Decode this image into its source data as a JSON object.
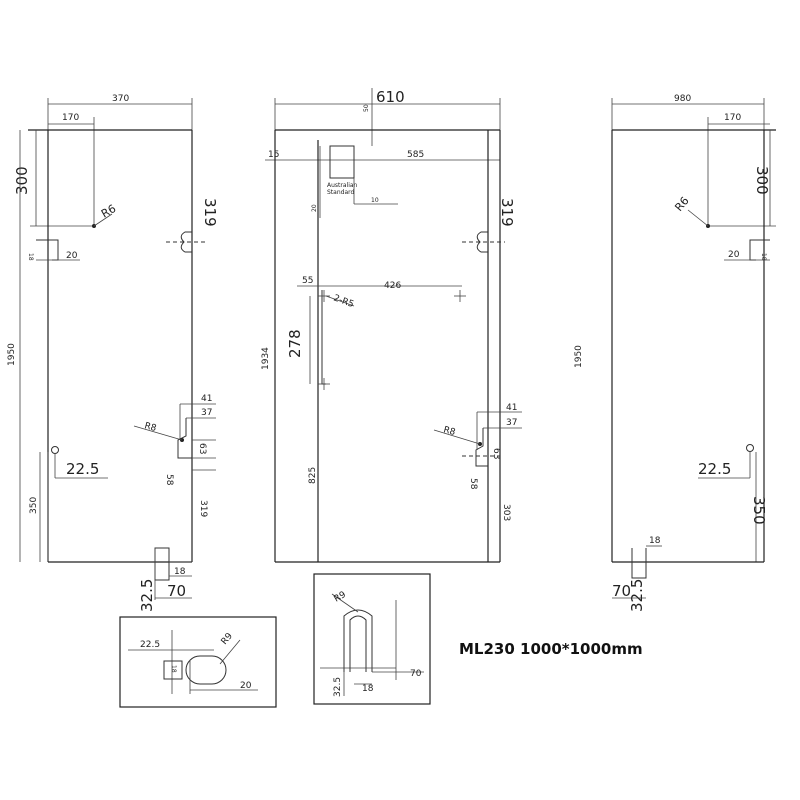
{
  "caption": "ML230 1000*1000mm",
  "left": {
    "width_370": "370",
    "dim_170": "170",
    "dim_300": "300",
    "r6": "R6",
    "dim_319_top": "319",
    "dim_18": "18",
    "dim_20": "20",
    "height_1950": "1950",
    "dim_41": "41",
    "dim_37": "37",
    "r8": "R8",
    "dim_63": "63",
    "dim_58": "58",
    "dim_22_5": "22.5",
    "dim_350": "350",
    "dim_319_bot": "319",
    "dim_18_bot": "18",
    "dim_32_5": "32.5",
    "dim_70": "70"
  },
  "middle": {
    "width_610": "610",
    "dim_50": "50",
    "dim_15": "15",
    "dim_585": "585",
    "aus_line1": "Australian",
    "aus_line2": "Standard",
    "dim_319": "319",
    "dim_20": "20",
    "dim_10": "10",
    "dim_55": "55",
    "dim_426": "426",
    "r5": "2-R5",
    "dim_278": "278",
    "height_1934": "1934",
    "dim_41": "41",
    "dim_37": "37",
    "r8": "R8",
    "dim_63": "63",
    "dim_58": "58",
    "dim_825": "825",
    "dim_303": "303"
  },
  "right": {
    "width_980": "980",
    "dim_170": "170",
    "dim_300": "300",
    "r6": "R6",
    "dim_20": "20",
    "dim_18": "18",
    "height_1950": "1950",
    "dim_22_5": "22.5",
    "dim_350": "350",
    "dim_18_bot": "18",
    "dim_70": "70",
    "dim_32_5": "32.5"
  },
  "detail_a": {
    "dim_22_5": "22.5",
    "r9": "R9",
    "dim_18": "18",
    "dim_20": "20"
  },
  "detail_b": {
    "r9": "R9",
    "dim_70": "70",
    "dim_32_5": "32.5",
    "dim_18": "18"
  }
}
